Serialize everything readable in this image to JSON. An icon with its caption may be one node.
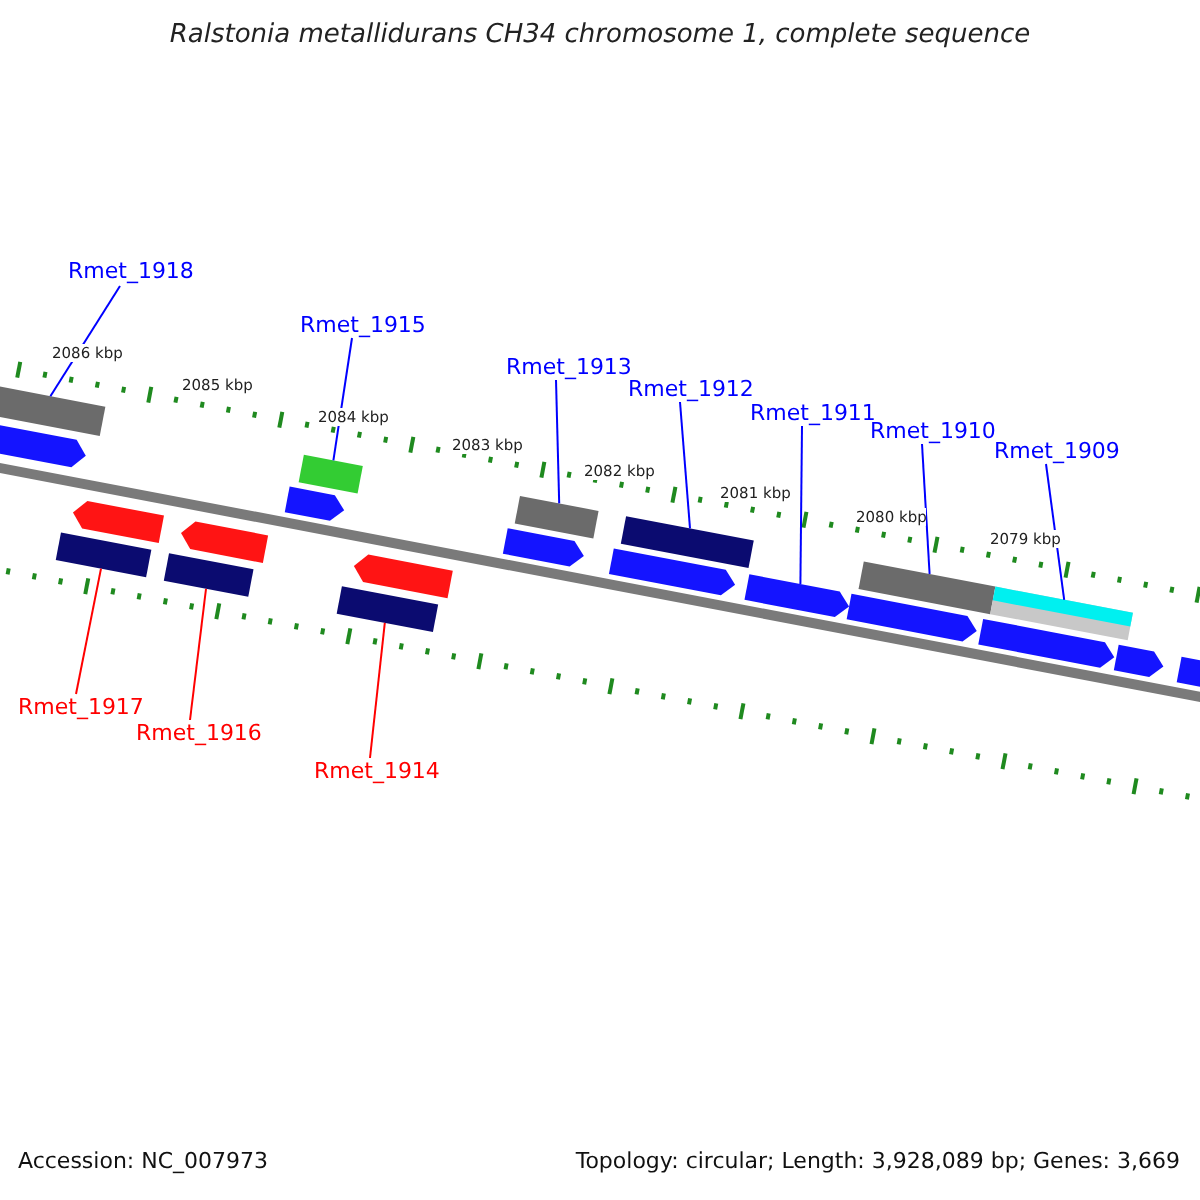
{
  "diagram": {
    "title": "Ralstonia metallidurans CH34 chromosome 1, complete sequence",
    "nodes": [
      {
        "text": [
          "Rmet_1918"
        ]
      },
      {
        "text": [
          "Rmet_1915"
        ]
      },
      {
        "text": [
          "Rmet_1913"
        ]
      },
      {
        "text": [
          "Rmet_1912"
        ]
      },
      {
        "text": [
          "Rmet_1911"
        ]
      },
      {
        "text": [
          "Rmet_1910"
        ]
      },
      {
        "text": [
          "Rmet_1909"
        ]
      },
      {
        "text": [
          "Rmet_1917"
        ]
      },
      {
        "text": [
          "Rmet_1916"
        ]
      },
      {
        "text": [
          "Rmet_1914"
        ]
      },
      {
        "text": [],
        "shape": "bar"
      },
      {
        "text": [],
        "shape": "pentagon"
      },
      {
        "text": [],
        "shape": "bar"
      },
      {
        "text": [],
        "shape": "pentagon"
      },
      {
        "text": [],
        "shape": "bar"
      },
      {
        "text": [],
        "shape": "pentagon"
      },
      {
        "text": [],
        "shape": "pentagon"
      },
      {
        "text": [],
        "shape": "bar"
      },
      {
        "text": [],
        "shape": "bar"
      },
      {
        "text": [],
        "shape": "pentagon"
      },
      {
        "text": [],
        "shape": "pentagon"
      },
      {
        "text": [],
        "shape": "bar"
      },
      {
        "text": [],
        "shape": "pentagon"
      },
      {
        "text": [],
        "shape": "bar"
      },
      {
        "text": [],
        "shape": "pentagon"
      },
      {
        "text": [],
        "shape": "pentagon"
      },
      {
        "text": [],
        "shape": "bar"
      },
      {
        "text": [],
        "shape": "pentagon"
      },
      {
        "text": [],
        "shape": "bar"
      },
      {
        "text": [],
        "shape": "pentagon"
      },
      {
        "text": [],
        "shape": "pentagon"
      }
    ],
    "edges": [
      {
        "from": 0,
        "to": 10,
        "arrow": "none"
      },
      {
        "from": 1,
        "to": 17,
        "arrow": "none"
      },
      {
        "from": 2,
        "to": 21,
        "arrow": "none"
      },
      {
        "from": 3,
        "to": 23,
        "arrow": "none"
      },
      {
        "from": 4,
        "to": 24,
        "arrow": "none"
      },
      {
        "from": 5,
        "to": 26,
        "arrow": "none"
      },
      {
        "from": 6,
        "to": 28,
        "arrow": "none"
      },
      {
        "from": 7,
        "to": 12,
        "arrow": "none",
        "color": "#ff0000"
      },
      {
        "from": 8,
        "to": 14,
        "arrow": "none",
        "color": "#ff0000"
      },
      {
        "from": 9,
        "to": 18,
        "arrow": "none",
        "color": "#ff0000"
      }
    ],
    "labels": [
      "2086 kbp",
      "2085 kbp",
      "2084 kbp",
      "2083 kbp",
      "2082 kbp",
      "2081 kbp",
      "2080 kbp",
      "2079 kbp",
      "Accession: NC_007973",
      "Topology: circular; Length: 3,928,089 bp; Genes: 3,669"
    ]
  }
}
